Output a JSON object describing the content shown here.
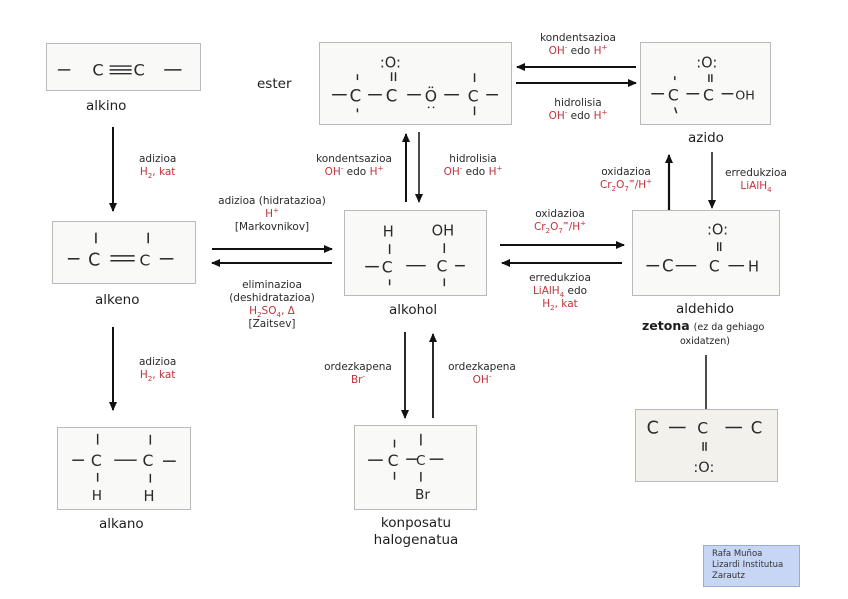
{
  "compounds": {
    "alkino": {
      "name": "alkino",
      "formula": "— C ≡ C —"
    },
    "alkeno": {
      "name": "alkeno"
    },
    "alkano": {
      "name": "alkano",
      "atoms": [
        "C",
        "C",
        "H",
        "H"
      ]
    },
    "ester": {
      "name": "ester",
      "atoms": [
        ":O:",
        "C",
        "C",
        "Ö",
        "C"
      ]
    },
    "alkohol": {
      "name": "alkohol",
      "atoms": [
        "H",
        "OH",
        "C",
        "C"
      ]
    },
    "azido": {
      "name": "azido",
      "atoms": [
        ":O:",
        "C",
        "C",
        "OH"
      ]
    },
    "aldehido": {
      "name": "aldehido",
      "atoms": [
        ":O:",
        "C",
        "C",
        "H"
      ]
    },
    "zetona": {
      "name": "zetona",
      "note_line1": "(ez da gehiago",
      "note_line2": "oxidatzen)",
      "atoms": [
        "C",
        "C",
        "C",
        ":O:"
      ]
    },
    "halogenatua": {
      "name_line1": "konposatu",
      "name_line2": "halogenatua",
      "atoms": [
        "C",
        "C",
        "Br"
      ]
    }
  },
  "reactions": {
    "alkino_alkeno": {
      "type": "adizioa",
      "reagent": "H",
      "reagent_sub": "2",
      "reagent_tail": ", kat"
    },
    "alkeno_alkano": {
      "type": "adizioa",
      "reagent": "H",
      "reagent_sub": "2",
      "reagent_tail": ", kat"
    },
    "alkeno_alkohol": {
      "type": "adizioa (hidratazioa)",
      "reagent": "H",
      "reagent_sup": "+",
      "rule": "[Markovnikov]"
    },
    "alkohol_alkeno": {
      "type_line1": "eliminazioa",
      "type_line2": "(deshidratazioa)",
      "reagent_a": "H",
      "reagent_a_sub": "2",
      "reagent_b": "SO",
      "reagent_b_sub": "4",
      "reagent_tail": ", Δ",
      "rule": "[Zaitsev]"
    },
    "ester_alkohol": {
      "type": "hidrolisia",
      "r1": "OH",
      "r1_sup": "-",
      "mid": " edo ",
      "r2": "H",
      "r2_sup": "+"
    },
    "alkohol_ester": {
      "type": "kondentsazioa",
      "r1": "OH",
      "r1_sup": "-",
      "mid": " edo ",
      "r2": "H",
      "r2_sup": "+"
    },
    "azido_ester": {
      "type": "kondentsazioa",
      "r1": "OH",
      "r1_sup": "-",
      "mid": " edo ",
      "r2": "H",
      "r2_sup": "+"
    },
    "ester_azido": {
      "type": "hidrolisia",
      "r1": "OH",
      "r1_sup": "-",
      "mid": " edo ",
      "r2": "H",
      "r2_sup": "+"
    },
    "alkohol_aldehido": {
      "type": "oxidazioa",
      "reagent": "Cr",
      "sub1": "2",
      "mid": "O",
      "sub2": "7",
      "sup": "=",
      "tail": "/H",
      "tail_sup": "+"
    },
    "aldehido_alkohol": {
      "type": "erredukzioa",
      "r1": "LiAlH",
      "r1_sub": "4",
      "mid": " edo",
      "r2": "H",
      "r2_sub": "2",
      "r2_tail": ", kat"
    },
    "aldehido_azido": {
      "type": "oxidazioa",
      "reagent": "Cr",
      "sub1": "2",
      "mid": "O",
      "sub2": "7",
      "sup": "=",
      "tail": "/H",
      "tail_sup": "+"
    },
    "azido_aldehido": {
      "type": "erredukzioa",
      "r1": "LiAlH",
      "r1_sub": "4"
    },
    "alkohol_halogenatua": {
      "type": "ordezkapena",
      "reagent": "Br",
      "reagent_sup": "-"
    },
    "halogenatua_alkohol": {
      "type": "ordezkapena",
      "reagent": "OH",
      "reagent_sup": "-"
    }
  },
  "credit": {
    "line1": "Rafa Muñoa",
    "line2": "Lizardi Institutua",
    "line3": "Zarautz"
  },
  "colors": {
    "reagent": "#c4323b",
    "box_border": "#b9b9b9",
    "credit_bg": "#c6d6f4"
  }
}
